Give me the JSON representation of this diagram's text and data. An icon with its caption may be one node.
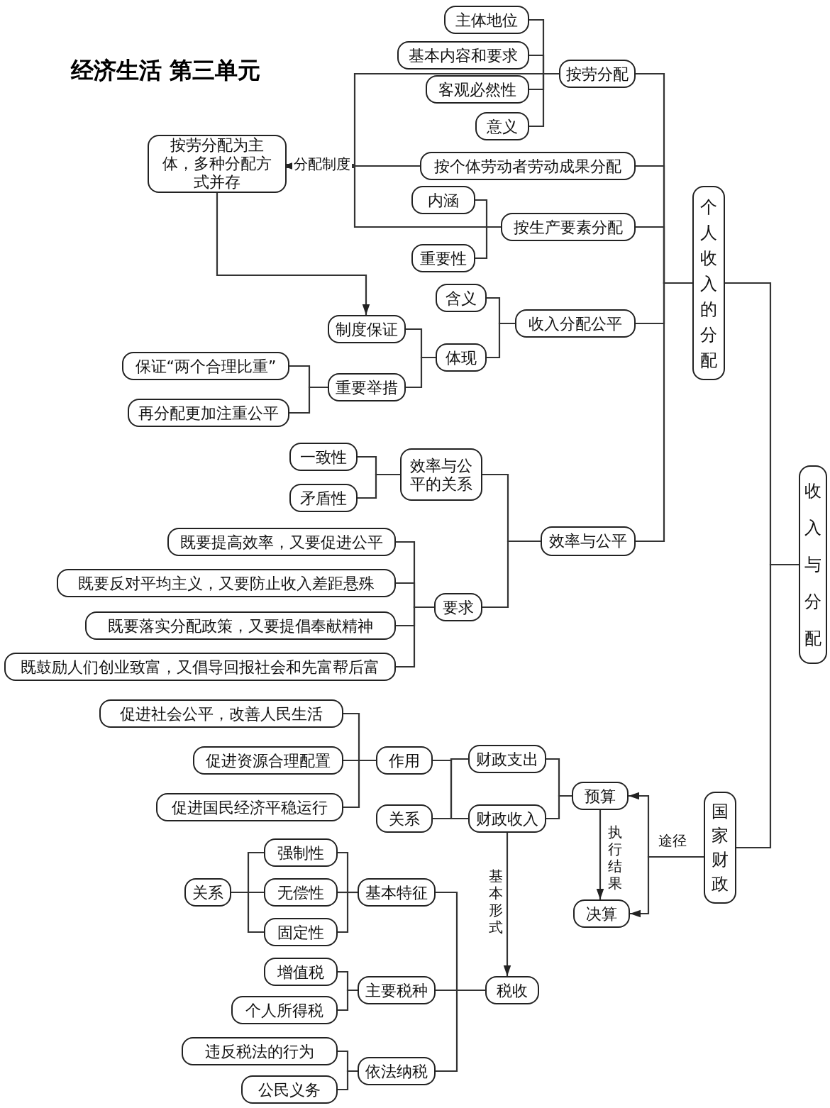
{
  "diagram": {
    "title": "经济生活 第三单元",
    "nodes": [
      {
        "text": [
          "收入与分配"
        ]
      },
      {
        "text": [
          "个人收入的分配"
        ]
      },
      {
        "text": [
          "国家财政"
        ]
      },
      {
        "text": [
          "按劳分配"
        ]
      },
      {
        "text": [
          "主体地位"
        ]
      },
      {
        "text": [
          "基本内容和要求"
        ]
      },
      {
        "text": [
          "客观必然性"
        ]
      },
      {
        "text": [
          "意义"
        ]
      },
      {
        "text": [
          "按个体劳动者劳动成果分配"
        ]
      },
      {
        "text": [
          "按劳分配为主体，多种分配方式并存"
        ]
      },
      {
        "text": [
          "按生产要素分配"
        ]
      },
      {
        "text": [
          "内涵"
        ]
      },
      {
        "text": [
          "重要性"
        ]
      },
      {
        "text": [
          "收入分配公平"
        ]
      },
      {
        "text": [
          "含义"
        ]
      },
      {
        "text": [
          "体现"
        ]
      },
      {
        "text": [
          "制度保证"
        ]
      },
      {
        "text": [
          "重要举措"
        ]
      },
      {
        "text": [
          "保证“两个合理比重”"
        ]
      },
      {
        "text": [
          "再分配更加注重公平"
        ]
      },
      {
        "text": [
          "效率与公平"
        ]
      },
      {
        "text": [
          "效率与公平的关系"
        ]
      },
      {
        "text": [
          "一致性"
        ]
      },
      {
        "text": [
          "矛盾性"
        ]
      },
      {
        "text": [
          "要求"
        ]
      },
      {
        "text": [
          "既要提高效率，又要促进公平"
        ]
      },
      {
        "text": [
          "既要反对平均主义，又要防止收入差距悬殊"
        ]
      },
      {
        "text": [
          "既要落实分配政策，又要提倡奉献精神"
        ]
      },
      {
        "text": [
          "既鼓励人们创业致富，又倡导回报社会和先富帮后富"
        ]
      },
      {
        "text": [
          "预算"
        ]
      },
      {
        "text": [
          "决算"
        ]
      },
      {
        "text": [
          "财政支出"
        ]
      },
      {
        "text": [
          "财政收入"
        ]
      },
      {
        "text": [
          "作用"
        ]
      },
      {
        "text": [
          "关系"
        ]
      },
      {
        "text": [
          "促进社会公平，改善人民生活"
        ]
      },
      {
        "text": [
          "促进资源合理配置"
        ]
      },
      {
        "text": [
          "促进国民经济平稳运行"
        ]
      },
      {
        "text": [
          "税收"
        ]
      },
      {
        "text": [
          "基本特征"
        ]
      },
      {
        "text": [
          "强制性"
        ]
      },
      {
        "text": [
          "无偿性"
        ]
      },
      {
        "text": [
          "固定性"
        ]
      },
      {
        "text": [
          "关系"
        ]
      },
      {
        "text": [
          "主要税种"
        ]
      },
      {
        "text": [
          "增值税"
        ]
      },
      {
        "text": [
          "个人所得税"
        ]
      },
      {
        "text": [
          "依法纳税"
        ]
      },
      {
        "text": [
          "违反税法的行为"
        ]
      },
      {
        "text": [
          "公民义务"
        ]
      }
    ],
    "edges": [
      {
        "from": 0,
        "to": 1,
        "arrow": "none"
      },
      {
        "from": 0,
        "to": 2,
        "arrow": "none"
      },
      {
        "from": 1,
        "to": 3,
        "arrow": "none"
      },
      {
        "from": 1,
        "to": 8,
        "arrow": "none"
      },
      {
        "from": 1,
        "to": 10,
        "arrow": "none"
      },
      {
        "from": 1,
        "to": 13,
        "arrow": "none"
      },
      {
        "from": 1,
        "to": 20,
        "arrow": "none"
      },
      {
        "from": 3,
        "to": 4,
        "arrow": "none"
      },
      {
        "from": 3,
        "to": 5,
        "arrow": "none"
      },
      {
        "from": 3,
        "to": 6,
        "arrow": "none"
      },
      {
        "from": 3,
        "to": 7,
        "arrow": "none"
      },
      {
        "from": 3,
        "to": 9,
        "arrow": "to"
      },
      {
        "from": 8,
        "to": 9,
        "arrow": "to",
        "label": "分配制度"
      },
      {
        "from": 10,
        "to": 9,
        "arrow": "to"
      },
      {
        "from": 10,
        "to": 11,
        "arrow": "none"
      },
      {
        "from": 10,
        "to": 12,
        "arrow": "none"
      },
      {
        "from": 13,
        "to": 14,
        "arrow": "none"
      },
      {
        "from": 13,
        "to": 15,
        "arrow": "none"
      },
      {
        "from": 15,
        "to": 16,
        "arrow": "none"
      },
      {
        "from": 15,
        "to": 17,
        "arrow": "none"
      },
      {
        "from": 17,
        "to": 18,
        "arrow": "none"
      },
      {
        "from": 17,
        "to": 19,
        "arrow": "none"
      },
      {
        "from": 9,
        "to": 16,
        "arrow": "to"
      },
      {
        "from": 20,
        "to": 21,
        "arrow": "none"
      },
      {
        "from": 20,
        "to": 24,
        "arrow": "none"
      },
      {
        "from": 21,
        "to": 22,
        "arrow": "none"
      },
      {
        "from": 21,
        "to": 23,
        "arrow": "none"
      },
      {
        "from": 24,
        "to": 25,
        "arrow": "none"
      },
      {
        "from": 24,
        "to": 26,
        "arrow": "none"
      },
      {
        "from": 24,
        "to": 27,
        "arrow": "none"
      },
      {
        "from": 24,
        "to": 28,
        "arrow": "none"
      },
      {
        "from": 2,
        "to": 29,
        "arrow": "to",
        "label": "途径"
      },
      {
        "from": 2,
        "to": 30,
        "arrow": "to"
      },
      {
        "from": 29,
        "to": 30,
        "arrow": "to",
        "label": "执行结果"
      },
      {
        "from": 29,
        "to": 31,
        "arrow": "none"
      },
      {
        "from": 29,
        "to": 32,
        "arrow": "none"
      },
      {
        "from": 31,
        "to": 33,
        "arrow": "none"
      },
      {
        "from": 31,
        "to": 34,
        "arrow": "none"
      },
      {
        "from": 32,
        "to": 33,
        "arrow": "none"
      },
      {
        "from": 32,
        "to": 34,
        "arrow": "none"
      },
      {
        "from": 33,
        "to": 35,
        "arrow": "none"
      },
      {
        "from": 33,
        "to": 36,
        "arrow": "none"
      },
      {
        "from": 33,
        "to": 37,
        "arrow": "none"
      },
      {
        "from": 32,
        "to": 38,
        "arrow": "to",
        "label": "基本形式"
      },
      {
        "from": 38,
        "to": 39,
        "arrow": "none"
      },
      {
        "from": 38,
        "to": 44,
        "arrow": "none"
      },
      {
        "from": 38,
        "to": 47,
        "arrow": "none"
      },
      {
        "from": 39,
        "to": 40,
        "arrow": "none"
      },
      {
        "from": 39,
        "to": 41,
        "arrow": "none"
      },
      {
        "from": 39,
        "to": 42,
        "arrow": "none"
      },
      {
        "from": 40,
        "to": 43,
        "arrow": "none"
      },
      {
        "from": 41,
        "to": 43,
        "arrow": "none"
      },
      {
        "from": 42,
        "to": 43,
        "arrow": "none"
      },
      {
        "from": 44,
        "to": 45,
        "arrow": "none"
      },
      {
        "from": 44,
        "to": 46,
        "arrow": "none"
      },
      {
        "from": 47,
        "to": 48,
        "arrow": "none"
      },
      {
        "from": 47,
        "to": 49,
        "arrow": "none"
      }
    ]
  }
}
